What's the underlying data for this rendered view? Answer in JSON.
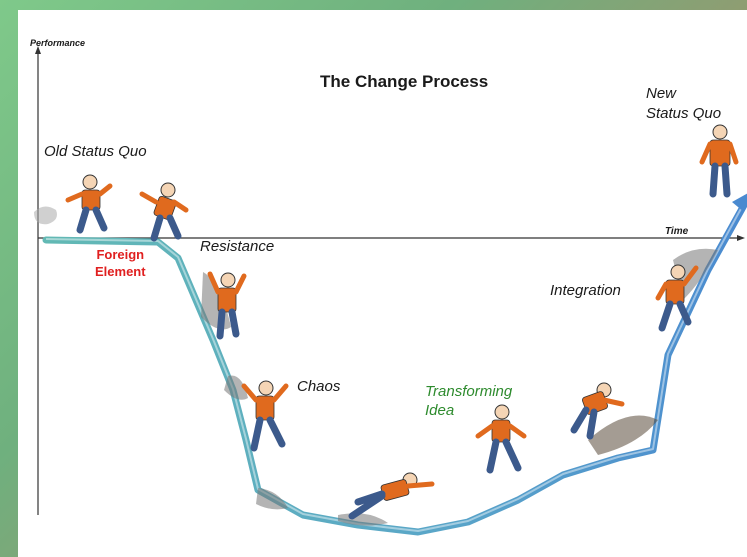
{
  "title": "The Change Process",
  "axes": {
    "y_label": "Performance",
    "x_label": "Time"
  },
  "stages": {
    "old_status_quo": "Old Status Quo",
    "new_status_quo_line1": "New",
    "new_status_quo_line2": "Status Quo",
    "foreign_element_line1": "Foreign",
    "foreign_element_line2": "Element",
    "resistance": "Resistance",
    "chaos": "Chaos",
    "transforming_idea_line1": "Transforming",
    "transforming_idea_line2": "Idea",
    "integration": "Integration"
  },
  "colors": {
    "curve_start": "#62b9b4",
    "curve_end": "#4a8ad0",
    "shirt": "#e06a1e",
    "pants": "#3c5a8c",
    "foreign_text": "#e02020",
    "transforming_text": "#2e8b2e"
  }
}
